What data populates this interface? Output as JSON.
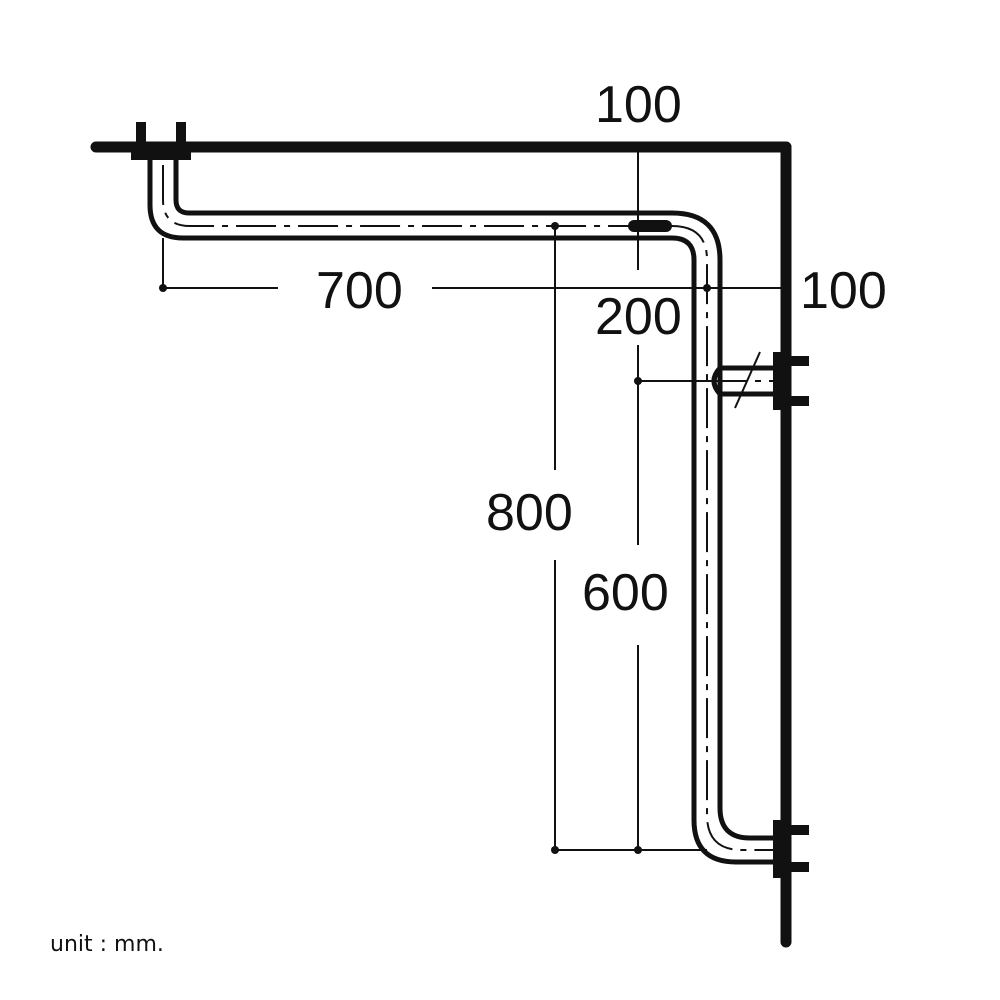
{
  "diagram": {
    "type": "technical-dimension-drawing",
    "subject": "L-shaped grab bar, top view (wall corner mount)",
    "dimensions": {
      "top_offset": "100",
      "horizontal_length": "700",
      "right_offset": "100",
      "inner_offset": "200",
      "outer_length": "800",
      "inner_length": "600"
    },
    "unit_label": "unit : mm.",
    "colors": {
      "line": "#111111",
      "background": "#ffffff"
    }
  }
}
